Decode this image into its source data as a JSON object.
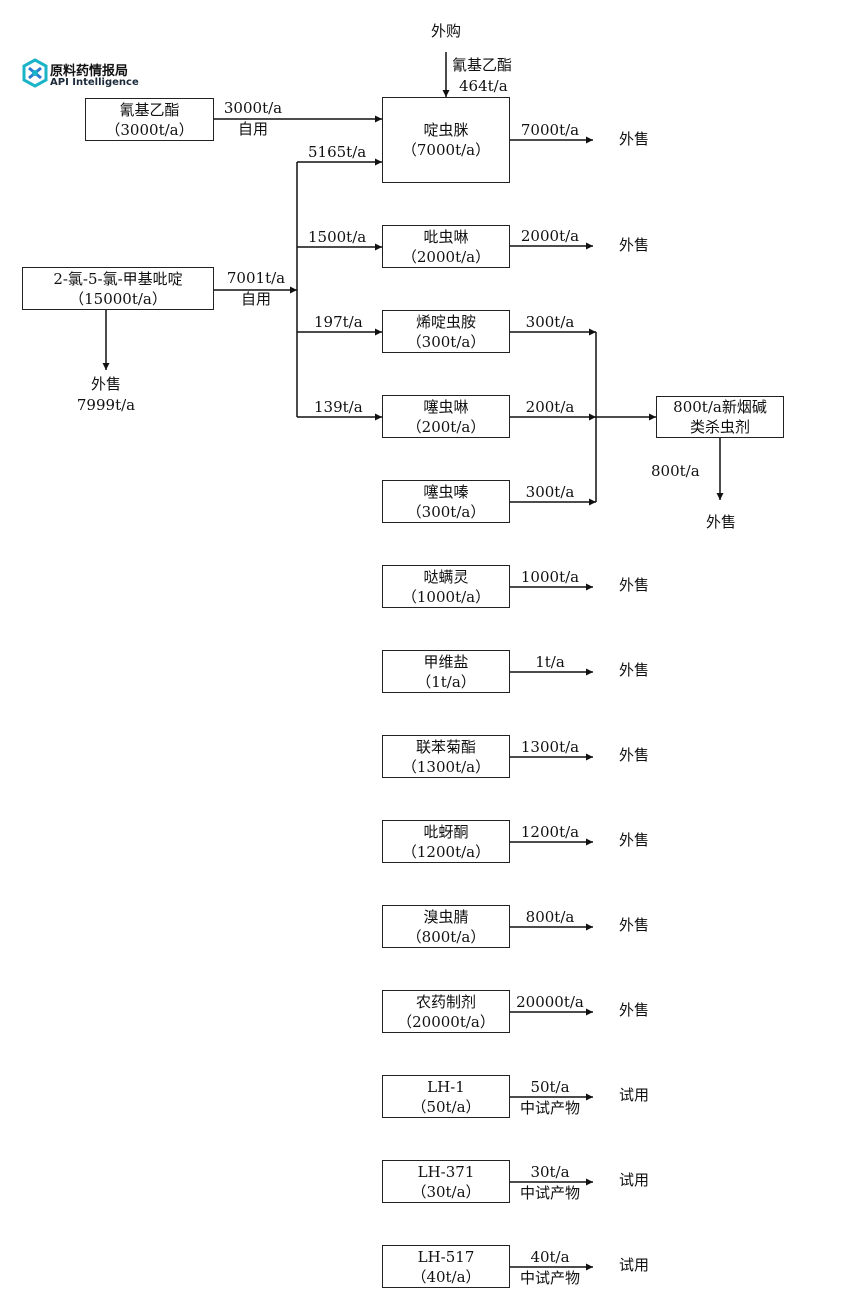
{
  "logo": {
    "name": "原料药情报局",
    "subtitle": "API Intelligence",
    "accent": "#1ab3c8"
  },
  "purchase": {
    "label": "外购",
    "material": "氰基乙酯",
    "amount": "464t/a"
  },
  "sources": {
    "cyanoethyl": {
      "name": "氰基乙酯",
      "capacity": "（3000t/a）",
      "flow": "3000t/a",
      "use": "自用"
    },
    "chloropyridine": {
      "name": "2-氯-5-氯-甲基吡啶",
      "capacity": "（15000t/a）",
      "flow": "7001t/a",
      "use": "自用",
      "sale_label": "外售",
      "sale_amount": "7999t/a"
    }
  },
  "branches": [
    "5165t/a",
    "1500t/a",
    "197t/a",
    "139t/a"
  ],
  "products": [
    {
      "name": "啶虫脒",
      "capacity": "（7000t/a）",
      "output": "7000t/a",
      "dest": "外售"
    },
    {
      "name": "吡虫啉",
      "capacity": "（2000t/a）",
      "output": "2000t/a",
      "dest": "外售"
    },
    {
      "name": "烯啶虫胺",
      "capacity": "（300t/a）",
      "output": "300t/a",
      "dest": ""
    },
    {
      "name": "噻虫啉",
      "capacity": "（200t/a）",
      "output": "200t/a",
      "dest": ""
    },
    {
      "name": "噻虫嗪",
      "capacity": "（300t/a）",
      "output": "300t/a",
      "dest": ""
    },
    {
      "name": "哒螨灵",
      "capacity": "（1000t/a）",
      "output": "1000t/a",
      "dest": "外售"
    },
    {
      "name": "甲维盐",
      "capacity": "（1t/a）",
      "output": "1t/a",
      "dest": "外售"
    },
    {
      "name": "联苯菊酯",
      "capacity": "（1300t/a）",
      "output": "1300t/a",
      "dest": "外售"
    },
    {
      "name": "吡蚜酮",
      "capacity": "（1200t/a）",
      "output": "1200t/a",
      "dest": "外售"
    },
    {
      "name": "溴虫腈",
      "capacity": "（800t/a）",
      "output": "800t/a",
      "dest": "外售"
    },
    {
      "name": "农药制剂",
      "capacity": "（20000t/a）",
      "output": "20000t/a",
      "dest": "外售"
    },
    {
      "name": "LH-1",
      "capacity": "（50t/a）",
      "output": "50t/a",
      "note": "中试产物",
      "dest": "试用"
    },
    {
      "name": "LH-371",
      "capacity": "（30t/a）",
      "output": "30t/a",
      "note": "中试产物",
      "dest": "试用"
    },
    {
      "name": "LH-517",
      "capacity": "（40t/a）",
      "output": "40t/a",
      "note": "中试产物",
      "dest": "试用"
    }
  ],
  "neonic": {
    "line1": "800t/a新烟碱",
    "line2": "类杀虫剂",
    "output": "800t/a",
    "dest": "外售"
  }
}
